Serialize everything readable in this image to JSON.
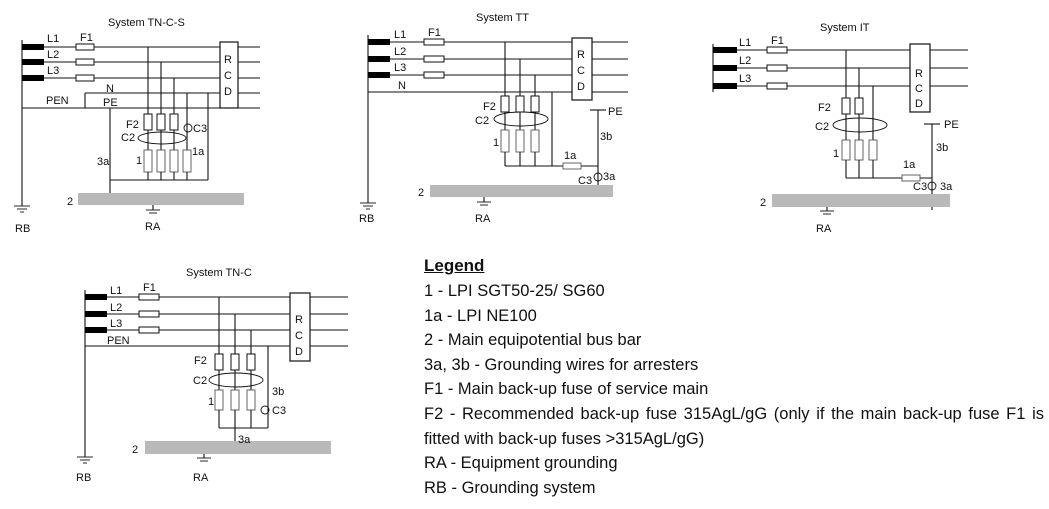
{
  "systems": {
    "tncs": {
      "title": "System TN-C-S",
      "labels": {
        "l1": "L1",
        "l2": "L2",
        "l3": "L3",
        "n": "N",
        "pen": "PEN",
        "pe": "PE",
        "f1": "F1",
        "f2": "F2",
        "c2": "C2",
        "c3": "C3",
        "one": "1",
        "one_a": "1a",
        "three_a": "3a",
        "two": "2",
        "rb": "RB",
        "ra": "RA",
        "rcd_r": "R",
        "rcd_c": "C",
        "rcd_d": "D"
      }
    },
    "tt": {
      "title": "System TT",
      "labels": {
        "l1": "L1",
        "l2": "L2",
        "l3": "L3",
        "n": "N",
        "pe": "PE",
        "f1": "F1",
        "f2": "F2",
        "c2": "C2",
        "c3": "C3",
        "one": "1",
        "one_a": "1a",
        "three_a": "3a",
        "three_b": "3b",
        "two": "2",
        "rb": "RB",
        "ra": "RA",
        "rcd_r": "R",
        "rcd_c": "C",
        "rcd_d": "D"
      }
    },
    "it": {
      "title": "System IT",
      "labels": {
        "l1": "L1",
        "l2": "L2",
        "l3": "L3",
        "pe": "PE",
        "f1": "F1",
        "f2": "F2",
        "c2": "C2",
        "c3": "C3",
        "one": "1",
        "one_a": "1a",
        "three_a": "3a",
        "three_b": "3b",
        "two": "2",
        "ra": "RA",
        "rcd_r": "R",
        "rcd_c": "C",
        "rcd_d": "D"
      }
    },
    "tnc": {
      "title": "System TN-C",
      "labels": {
        "l1": "L1",
        "l2": "L2",
        "l3": "L3",
        "pen": "PEN",
        "f1": "F1",
        "f2": "F2",
        "c2": "C2",
        "c3": "C3",
        "one": "1",
        "three_a": "3a",
        "three_b": "3b",
        "two": "2",
        "rb": "RB",
        "ra": "RA",
        "rcd_r": "R",
        "rcd_c": "C",
        "rcd_d": "D"
      }
    }
  },
  "legend": {
    "title": "Legend",
    "items": [
      "1 - LPI SGT50-25/ SG60",
      "1a - LPI NE100",
      "2 - Main equipotential bus bar",
      "3a, 3b - Grounding wires for arresters",
      "F1 - Main back-up fuse of service main",
      "F2 - Recommended back-up fuse 315AgL/gG (only if the main back-up fuse F1 is fitted with back-up fuses >315AgL/gG)",
      "RA - Equipment grounding",
      "RB - Grounding system"
    ]
  }
}
